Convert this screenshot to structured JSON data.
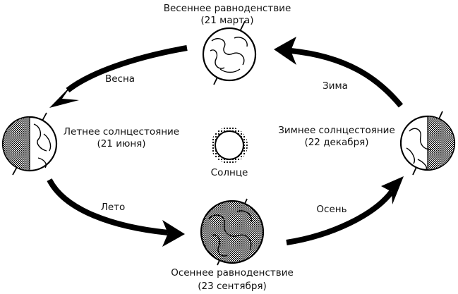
{
  "labels": {
    "spring_equinox": "Весеннее равноденствие",
    "spring_equinox_date": "(21 марта)",
    "summer_solstice": "Летнее солнцестояние",
    "summer_solstice_date": "(21 июня)",
    "winter_solstice": "Зимнее солнцестояние",
    "winter_solstice_date": "(22 декабря)",
    "autumn_equinox": "Осеннее равноденствие",
    "autumn_equinox_date": "(23 сентября)",
    "sun": "Солнце"
  },
  "seasons": {
    "spring": "Весна",
    "summer": "Лето",
    "autumn": "Осень",
    "winter": "Зима"
  }
}
